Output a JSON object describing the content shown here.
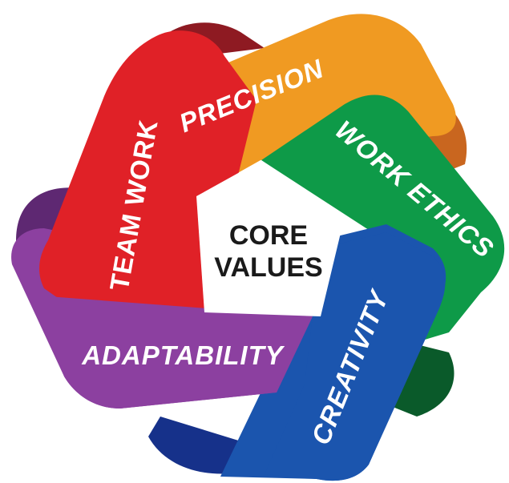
{
  "center": {
    "line1": "CORE",
    "line2": "VALUES"
  },
  "values": [
    {
      "label": "PRECISION",
      "color": "#F09A22",
      "shade": "#C9661F"
    },
    {
      "label": "WORK ETHICS",
      "color": "#0E9A48",
      "shade": "#0A5A2A"
    },
    {
      "label": "CREATIVITY",
      "color": "#1B55AE",
      "shade": "#16318A"
    },
    {
      "label": "ADAPTABILITY",
      "color": "#8C40A0",
      "shade": "#5E2872"
    },
    {
      "label": "TEAM WORK",
      "color": "#E02127",
      "shade": "#8E1A22"
    }
  ]
}
